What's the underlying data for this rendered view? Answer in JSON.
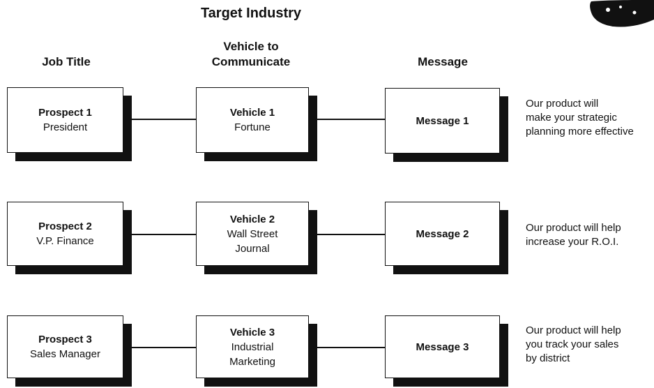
{
  "title": "Target Industry",
  "columns": {
    "job_title": "Job Title",
    "vehicle": [
      "Vehicle to",
      "Communicate"
    ],
    "message": "Message"
  },
  "rows": [
    {
      "prospect": {
        "name": "Prospect 1",
        "title": "President"
      },
      "vehicle": {
        "name": "Vehicle 1",
        "lines": [
          "Fortune"
        ]
      },
      "message": "Message 1",
      "copy": [
        "Our product will",
        "make your strategic",
        "planning more effective"
      ]
    },
    {
      "prospect": {
        "name": "Prospect 2",
        "title": "V.P. Finance"
      },
      "vehicle": {
        "name": "Vehicle 2",
        "lines": [
          "Wall Street",
          "Journal"
        ]
      },
      "message": "Message 2",
      "copy": [
        "Our product will help",
        "increase your R.O.I."
      ]
    },
    {
      "prospect": {
        "name": "Prospect 3",
        "title": "Sales Manager"
      },
      "vehicle": {
        "name": "Vehicle 3",
        "lines": [
          "Industrial",
          "Marketing"
        ]
      },
      "message": "Message 3",
      "copy": [
        "Our product will help",
        "you track your sales",
        "by district"
      ]
    }
  ]
}
